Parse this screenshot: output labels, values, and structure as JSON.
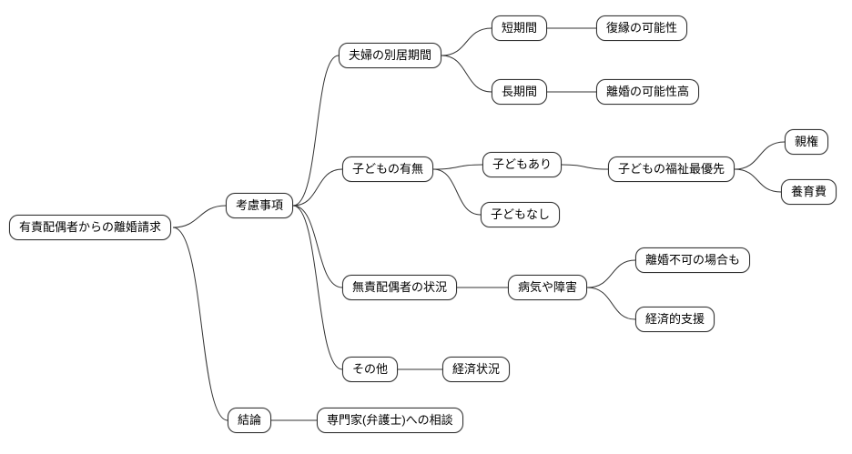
{
  "diagram": {
    "type": "mindmap",
    "title": "有責配偶者からの離婚請求",
    "nodes": [
      {
        "id": "root",
        "label": "有責配偶者からの離婚請求",
        "parent": null
      },
      {
        "id": "considerations",
        "label": "考慮事項",
        "parent": "root"
      },
      {
        "id": "separation-period",
        "label": "夫婦の別居期間",
        "parent": "considerations"
      },
      {
        "id": "short-term",
        "label": "短期間",
        "parent": "separation-period"
      },
      {
        "id": "reconciliation",
        "label": "復縁の可能性",
        "parent": "short-term"
      },
      {
        "id": "long-term",
        "label": "長期間",
        "parent": "separation-period"
      },
      {
        "id": "divorce-likely",
        "label": "離婚の可能性高",
        "parent": "long-term"
      },
      {
        "id": "children-presence",
        "label": "子どもの有無",
        "parent": "considerations"
      },
      {
        "id": "has-children",
        "label": "子どもあり",
        "parent": "children-presence"
      },
      {
        "id": "child-welfare",
        "label": "子どもの福祉最優先",
        "parent": "has-children"
      },
      {
        "id": "custody",
        "label": "親権",
        "parent": "child-welfare"
      },
      {
        "id": "child-support",
        "label": "養育費",
        "parent": "child-welfare"
      },
      {
        "id": "no-children",
        "label": "子どもなし",
        "parent": "children-presence"
      },
      {
        "id": "innocent-spouse",
        "label": "無責配偶者の状況",
        "parent": "considerations"
      },
      {
        "id": "illness-disability",
        "label": "病気や障害",
        "parent": "innocent-spouse"
      },
      {
        "id": "divorce-not-possible",
        "label": "離婚不可の場合も",
        "parent": "illness-disability"
      },
      {
        "id": "financial-support",
        "label": "経済的支援",
        "parent": "illness-disability"
      },
      {
        "id": "others",
        "label": "その他",
        "parent": "considerations"
      },
      {
        "id": "economic-situation",
        "label": "経済状況",
        "parent": "others"
      },
      {
        "id": "conclusion",
        "label": "結論",
        "parent": "root"
      },
      {
        "id": "expert-consultation",
        "label": "専門家(弁護士)への相談",
        "parent": "conclusion"
      }
    ],
    "edge_color": "#333333",
    "node_border_color": "#333333",
    "node_fill_color": "#ffffff"
  }
}
